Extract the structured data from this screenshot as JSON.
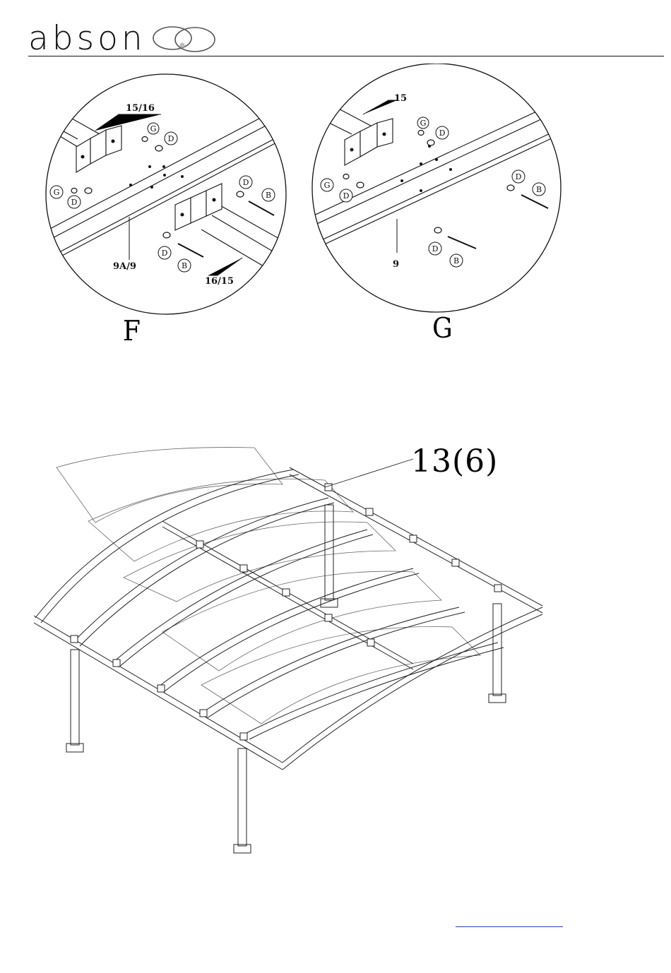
{
  "header": {
    "brand": "abson",
    "logo_icon": "double-ring-icon"
  },
  "detail_f": {
    "caption": "F",
    "labels": {
      "top_part": "15/16",
      "beam": "9A/9",
      "bottom_part": "16/15"
    },
    "hardware": [
      "G",
      "D",
      "G",
      "D",
      "D",
      "B",
      "D",
      "B"
    ]
  },
  "detail_g": {
    "caption": "G",
    "labels": {
      "top_part": "15",
      "beam": "9"
    },
    "hardware": [
      "G",
      "D",
      "G",
      "D",
      "D",
      "B",
      "D",
      "B"
    ]
  },
  "assembly": {
    "callout": "13(6)"
  },
  "footer": {
    "link_text": ""
  }
}
